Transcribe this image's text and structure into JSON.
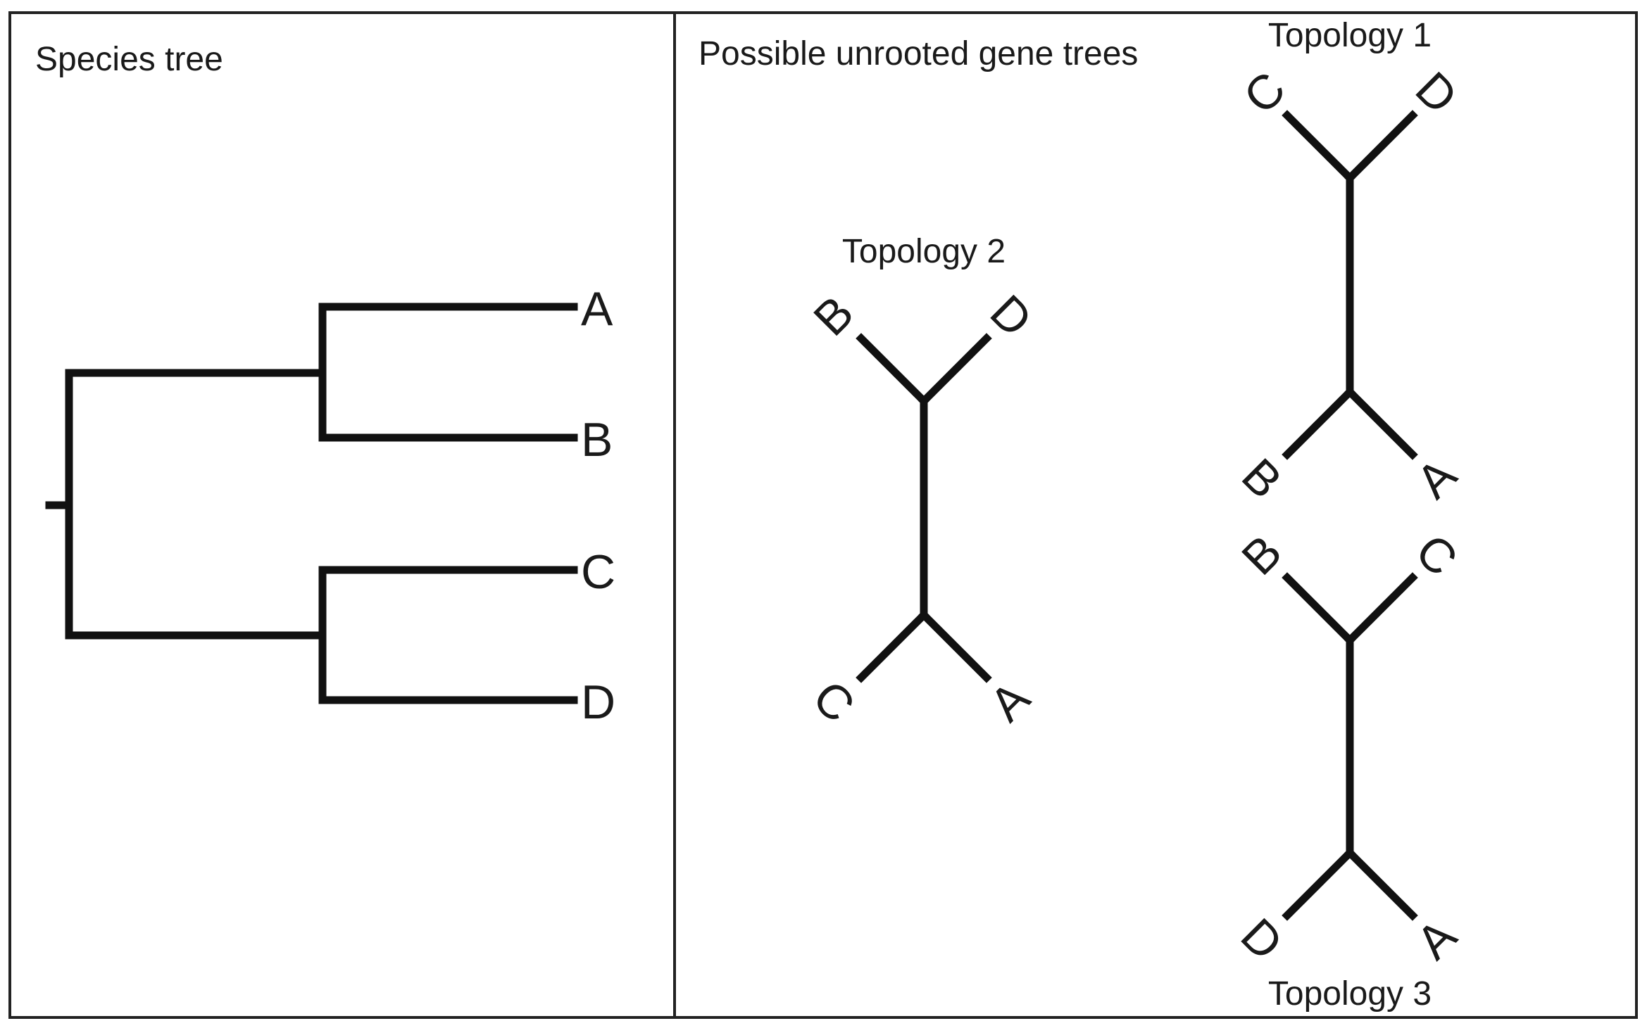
{
  "species_panel": {
    "title": "Species tree",
    "leaves": [
      "A",
      "B",
      "C",
      "D"
    ]
  },
  "gene_panel": {
    "title": "Possible unrooted gene trees",
    "topologies": [
      {
        "label": "Topology 1",
        "top_leaves": [
          "C",
          "D"
        ],
        "bottom_leaves": [
          "B",
          "A"
        ]
      },
      {
        "label": "Topology 2",
        "top_leaves": [
          "B",
          "D"
        ],
        "bottom_leaves": [
          "C",
          "A"
        ]
      },
      {
        "label": "Topology 3",
        "top_leaves": [
          "B",
          "C"
        ],
        "bottom_leaves": [
          "D",
          "A"
        ]
      }
    ]
  }
}
